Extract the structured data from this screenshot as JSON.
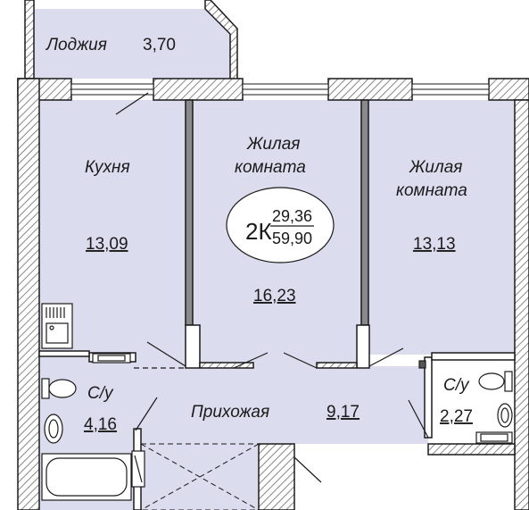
{
  "apartment": {
    "type_badge": "2К",
    "living_area": "29,36",
    "total_area": "59,90"
  },
  "rooms": {
    "loggia": {
      "name": "Лоджия",
      "area": "3,70"
    },
    "kitchen": {
      "name": "Кухня",
      "area": "13,09"
    },
    "living1": {
      "name_line1": "Жилая",
      "name_line2": "комната",
      "area": "16,23"
    },
    "living2": {
      "name_line1": "Жилая",
      "name_line2": "комната",
      "area": "13,13"
    },
    "hallway": {
      "name": "Прихожая",
      "area": "9,17"
    },
    "bath1": {
      "name": "С/у",
      "area": "4,16"
    },
    "bath2": {
      "name": "С/у",
      "area": "2,27"
    }
  },
  "colors": {
    "room_fill": "#dcdcef",
    "wall": "#1a1a1a",
    "hatch": "#7a7a7a"
  }
}
